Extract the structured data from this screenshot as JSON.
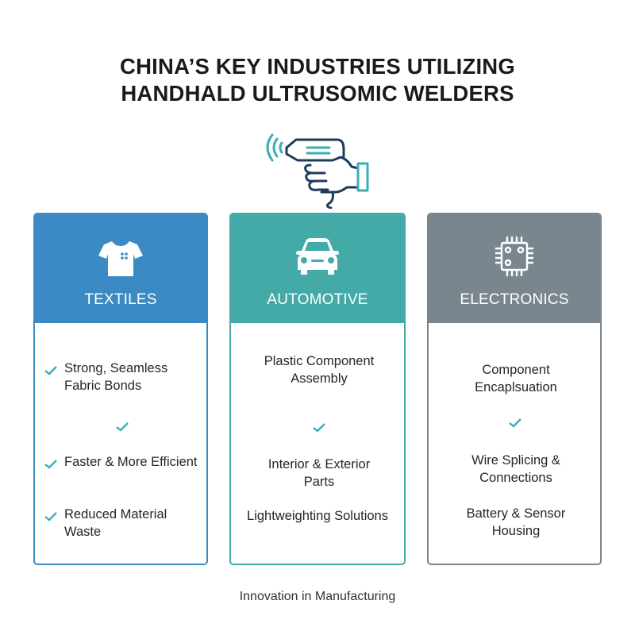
{
  "header": {
    "title_lines": [
      "CHINA’S KEY INDUSTRIES UTILIZING",
      "HANDHALD ULTRUSOMIC WELDERS"
    ],
    "hero_icon": "handheld-ultrasonic-welder-icon"
  },
  "colors": {
    "textiles": "#3b8ac4",
    "automotive": "#43aaa8",
    "electronics": "#7a868d",
    "check": "#3aaeb8",
    "icon_navy": "#1f3b5c",
    "icon_teal": "#3aaeb2"
  },
  "cards": [
    {
      "label": "TEXTILES",
      "icon": "t-shirt-icon",
      "items": [
        "Strong, Seamless Fabric Bonds",
        "Faster & More Efficient",
        "Reduced Material Waste"
      ]
    },
    {
      "label": "AUTOMOTIVE",
      "icon": "car-icon",
      "items": [
        "Plastic Component Assembly",
        "Interior & Exterior Parts",
        "Lightweighting Solutions"
      ]
    },
    {
      "label": "ELECTRONICS",
      "icon": "microchip-icon",
      "items": [
        "Component Encaplsuation",
        "Wire Splicing & Connections",
        "Battery & Sensor Housing"
      ]
    }
  ],
  "footer": {
    "text": "Innovation in Manufacturing"
  }
}
